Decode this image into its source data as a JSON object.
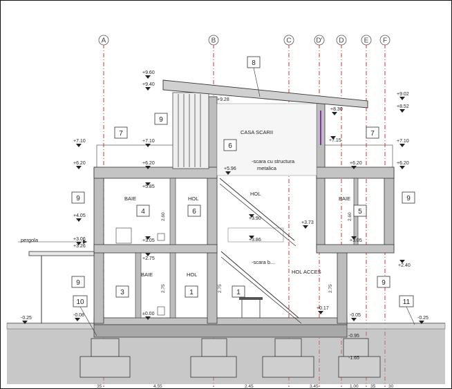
{
  "axes": [
    "A",
    "B",
    "C",
    "D'",
    "D",
    "E",
    "F"
  ],
  "elevations": {
    "roof_top": "+9.60",
    "roof_b": "+9.40",
    "right_top": "+9.02",
    "right_b": "+8.52",
    "ridge": "+9.28",
    "ridge_right": "+8.30",
    "l_710": "+7.10",
    "l_620": "+6.20",
    "c_710": "+7.10",
    "c_620": "+6.20",
    "c_585": "+5.85",
    "stair_596": "+5.96",
    "r_715": "+7.15",
    "r_710": "+7.10",
    "r_620": "+6.20",
    "r2_620": "+6.20",
    "l_405": "+4.05",
    "l_306": "+3.06",
    "l_326": "+3.26",
    "b_305": "+3.05",
    "b_275": "+2.75",
    "s_390": "+3.90",
    "s_373": "+3.73",
    "s_386": "+3.86",
    "r_305": "+3.05",
    "r_240": "+2.40",
    "zero": "±0.00",
    "g_025": "-0.25",
    "g_008": "-0.08",
    "s_017": "+0.17",
    "r_005": "-0.05",
    "r_025": "-0.25",
    "f_095": "-0.95",
    "f_165": "-1.65"
  },
  "rooms": {
    "casa_scarii": "CASA SCARII",
    "hol_upper": "HOL",
    "baie_upper": "BAIE",
    "hol_mid": "HOL",
    "baie_lower": "BAIE",
    "hol_lower": "HOL",
    "hol_acces": "HOL ACCES",
    "pergola": "pergola",
    "scara_metal": "-scara cu structura",
    "scara_metal_2": "metalica",
    "scara_b": "-scara b..."
  },
  "labels": {
    "n8": "8",
    "n9a": "9",
    "n7a": "7",
    "n7b": "7",
    "n6a": "6",
    "n9b": "9",
    "n9c": "9",
    "n4": "4",
    "n6b": "6",
    "n5": "5",
    "n9d": "9",
    "n9e": "9",
    "n10": "10",
    "n3": "3",
    "n1a": "1",
    "n1b": "1",
    "n11": "11"
  },
  "dimensions": {
    "d_260a": "2.60",
    "d_275a": "2.75",
    "d_260b": "2.60",
    "d_275b": "2.75",
    "d_275c": "2.75"
  },
  "bottom_dims": [
    "35",
    "4.55",
    "2.45",
    "3.45",
    "1.00",
    "35",
    "30"
  ]
}
